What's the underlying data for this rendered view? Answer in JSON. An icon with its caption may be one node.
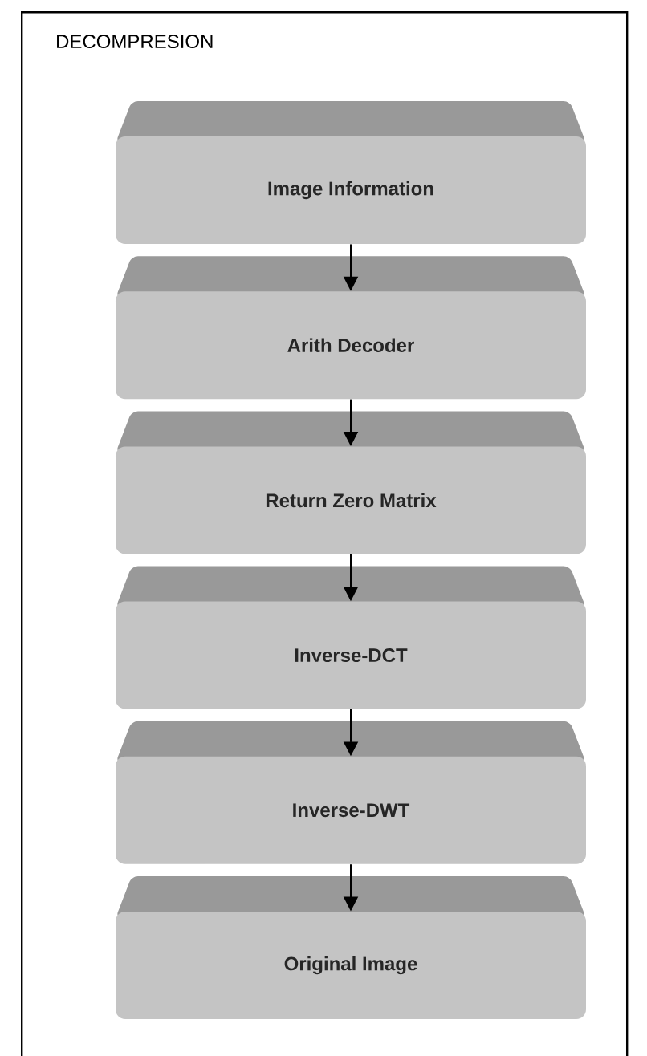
{
  "diagram": {
    "nodes": [
      {
        "text": [
          "DECOMPRESION"
        ]
      },
      {
        "text": [
          "Image Information"
        ],
        "in": 0
      },
      {
        "text": [
          "Arith Decoder"
        ],
        "in": 0
      },
      {
        "text": [
          "Return Zero Matrix"
        ],
        "in": 0
      },
      {
        "text": [
          "Inverse-DCT"
        ],
        "in": 0
      },
      {
        "text": [
          "Inverse-DWT"
        ],
        "in": 0
      },
      {
        "text": [
          "Original Image"
        ],
        "in": 0
      }
    ],
    "edges": [
      {
        "from": 1,
        "to": 2,
        "arrow": "to"
      },
      {
        "from": 2,
        "to": 3,
        "arrow": "to"
      },
      {
        "from": 3,
        "to": 4,
        "arrow": "to"
      },
      {
        "from": 4,
        "to": 5,
        "arrow": "to"
      },
      {
        "from": 5,
        "to": 6,
        "arrow": "to"
      }
    ]
  }
}
